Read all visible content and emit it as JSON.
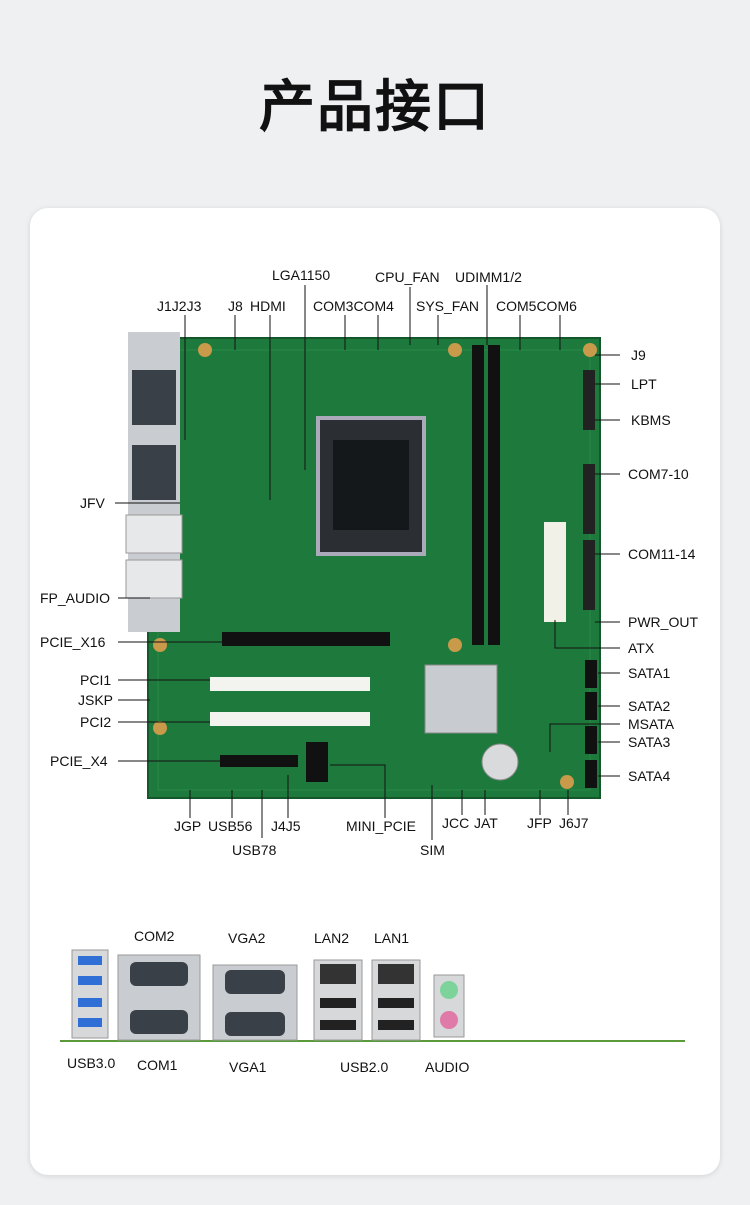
{
  "page_title": "产品接口",
  "board_labels": {
    "lga1150": "LGA1150",
    "cpu_fan": "CPU_FAN",
    "udimm": "UDIMM1/2",
    "j1j2j3": "J1J2J3",
    "j8": "J8",
    "hdmi": "HDMI",
    "com3com4": "COM3COM4",
    "sys_fan": "SYS_FAN",
    "com5com6": "COM5COM6",
    "j9": "J9",
    "lpt": "LPT",
    "kbms": "KBMS",
    "com7_10": "COM7-10",
    "jfv": "JFV",
    "com11_14": "COM11-14",
    "fp_audio": "FP_AUDIO",
    "pwr_out": "PWR_OUT",
    "pcie_x16": "PCIE_X16",
    "atx": "ATX",
    "sata1": "SATA1",
    "pci1": "PCI1",
    "jskp": "JSKP",
    "sata2": "SATA2",
    "pci2": "PCI2",
    "msata": "MSATA",
    "sata3": "SATA3",
    "pcie_x4": "PCIE_X4",
    "sata4": "SATA4",
    "jgp": "JGP",
    "usb56": "USB56",
    "j4j5": "J4J5",
    "mini_pcie": "MINI_PCIE",
    "jcc": "JCC",
    "jat": "JAT",
    "jfp": "JFP",
    "j6j7": "J6J7",
    "usb78": "USB78",
    "sim": "SIM"
  },
  "io_labels": {
    "com2": "COM2",
    "vga2": "VGA2",
    "lan2": "LAN2",
    "lan1": "LAN1",
    "usb30": "USB3.0",
    "com1": "COM1",
    "vga1": "VGA1",
    "usb20": "USB2.0",
    "audio": "AUDIO"
  },
  "colors": {
    "pcb": "#1e7a3c",
    "pcb_dark": "#14572a",
    "leader": "#111111",
    "io_line": "#5a9a3a",
    "usb3_blue": "#2f6fd6",
    "audio_green": "#7ed39a",
    "audio_pink": "#e07aa8"
  }
}
